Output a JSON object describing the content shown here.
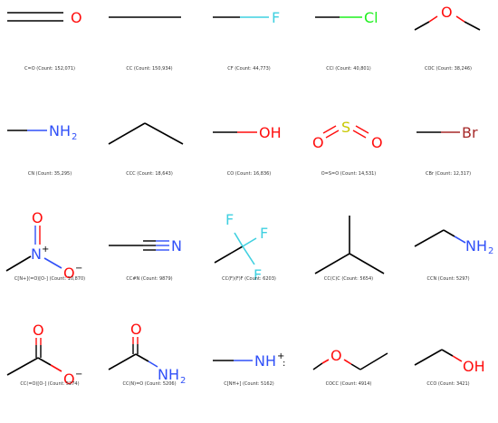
{
  "colors": {
    "bond": "#000000",
    "O": "#ff0d0d",
    "N": "#3050f8",
    "F": "#3fd0e0",
    "Cl": "#1ff01f",
    "Br": "#a62929",
    "S": "#c8c800"
  },
  "molecules": [
    {
      "smiles": "C=O",
      "caption": "C=O (Count: 152,071)",
      "labels": [
        "O"
      ]
    },
    {
      "smiles": "CC",
      "caption": "CC (Count: 150,934)",
      "labels": []
    },
    {
      "smiles": "CF",
      "caption": "CF (Count: 44,773)",
      "labels": [
        "F"
      ]
    },
    {
      "smiles": "CCl",
      "caption": "CCl (Count: 40,801)",
      "labels": [
        "Cl"
      ]
    },
    {
      "smiles": "COC",
      "caption": "COC (Count: 38,246)",
      "labels": [
        "O"
      ]
    },
    {
      "smiles": "CN",
      "caption": "CN (Count: 35,295)",
      "labels": [
        "NH",
        "2"
      ]
    },
    {
      "smiles": "CCC",
      "caption": "CCC (Count: 18,643)",
      "labels": []
    },
    {
      "smiles": "CO",
      "caption": "CO (Count: 16,836)",
      "labels": [
        "OH"
      ]
    },
    {
      "smiles": "O=S=O",
      "caption": "O=S=O (Count: 14,531)",
      "labels": [
        "S",
        "O",
        "O"
      ]
    },
    {
      "smiles": "CBr",
      "caption": "CBr (Count: 12,317)",
      "labels": [
        "Br"
      ]
    },
    {
      "smiles": "C[N+](=O)[O-]",
      "caption": "C[N+](=O)[O-] (Count: 10,870)",
      "labels": [
        "O",
        "N",
        "+",
        "O",
        "−"
      ]
    },
    {
      "smiles": "CC#N",
      "caption": "CC#N (Count: 9879)",
      "labels": [
        "N"
      ]
    },
    {
      "smiles": "CC(F)(F)F",
      "caption": "CC(F)(F)F (Count: 6203)",
      "labels": [
        "F",
        "F",
        "F"
      ]
    },
    {
      "smiles": "CC(C)C",
      "caption": "CC(C)C (Count: 5654)",
      "labels": []
    },
    {
      "smiles": "CCN",
      "caption": "CCN (Count: 5297)",
      "labels": [
        "NH",
        "2"
      ]
    },
    {
      "smiles": "CC(=O)[O-]",
      "caption": "CC(=O)[O-] (Count: 5274)",
      "labels": [
        "O",
        "O",
        "−"
      ]
    },
    {
      "smiles": "CC(N)=O",
      "caption": "CC(N)=O (Count: 5206)",
      "labels": [
        "O",
        "NH",
        "2"
      ]
    },
    {
      "smiles": "C[NH+]",
      "caption": "C[NH+] (Count: 5162)",
      "labels": [
        "NH",
        "+",
        ":"
      ]
    },
    {
      "smiles": "COCC",
      "caption": "COCC (Count: 4914)",
      "labels": [
        "O"
      ]
    },
    {
      "smiles": "CCO",
      "caption": "CCO (Count: 3421)",
      "labels": [
        "OH"
      ]
    }
  ]
}
